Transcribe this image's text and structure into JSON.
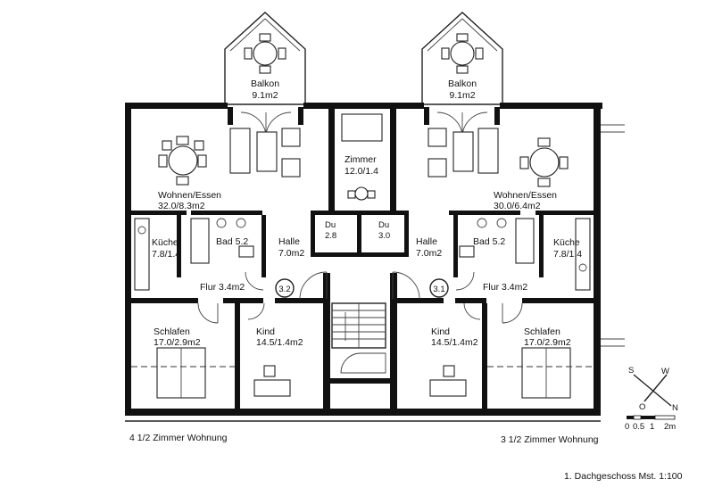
{
  "rooms": {
    "balkon_left": {
      "name": "Balkon",
      "area": "9.1m2"
    },
    "balkon_right": {
      "name": "Balkon",
      "area": "9.1m2"
    },
    "wohnen_left": {
      "name": "Wohnen/Essen",
      "area": "32.0/8.3m2"
    },
    "wohnen_right": {
      "name": "Wohnen/Essen",
      "area": "30.0/6.4m2"
    },
    "zimmer": {
      "name": "Zimmer",
      "area": "12.0/1.4"
    },
    "kueche_left": {
      "name": "Küche",
      "area": "7.8/1.4"
    },
    "kueche_right": {
      "name": "Küche",
      "area": "7.8/1.4"
    },
    "bad_left": {
      "label": "Bad 5.2"
    },
    "bad_right": {
      "label": "Bad 5.2"
    },
    "du_left": {
      "name": "Du",
      "area": "2.8"
    },
    "du_right": {
      "name": "Du",
      "area": "3.0"
    },
    "halle_left": {
      "name": "Halle",
      "area": "7.0m2"
    },
    "halle_right": {
      "name": "Halle",
      "area": "7.0m2"
    },
    "flur_left": {
      "label": "Flur 3.4m2"
    },
    "flur_right": {
      "label": "Flur 3.4m2"
    },
    "schlafen_left": {
      "name": "Schlafen",
      "area": "17.0/2.9m2"
    },
    "schlafen_right": {
      "name": "Schlafen",
      "area": "17.0/2.9m2"
    },
    "kind_left": {
      "name": "Kind",
      "area": "14.5/1.4m2"
    },
    "kind_right": {
      "name": "Kind",
      "area": "14.5/1.4m2"
    }
  },
  "unit_tags": {
    "left": "3.2",
    "right": "3.1"
  },
  "captions": {
    "left_unit": "4 1/2 Zimmer Wohnung",
    "right_unit": "3 1/2 Zimmer Wohnung",
    "floor": "1. Dachgeschoss Mst. 1:100"
  },
  "compass": {
    "s": "S",
    "w": "W",
    "o": "O",
    "n": "N"
  },
  "scale_bar": {
    "ticks": [
      "0",
      "0.5",
      "1",
      "2m"
    ]
  }
}
